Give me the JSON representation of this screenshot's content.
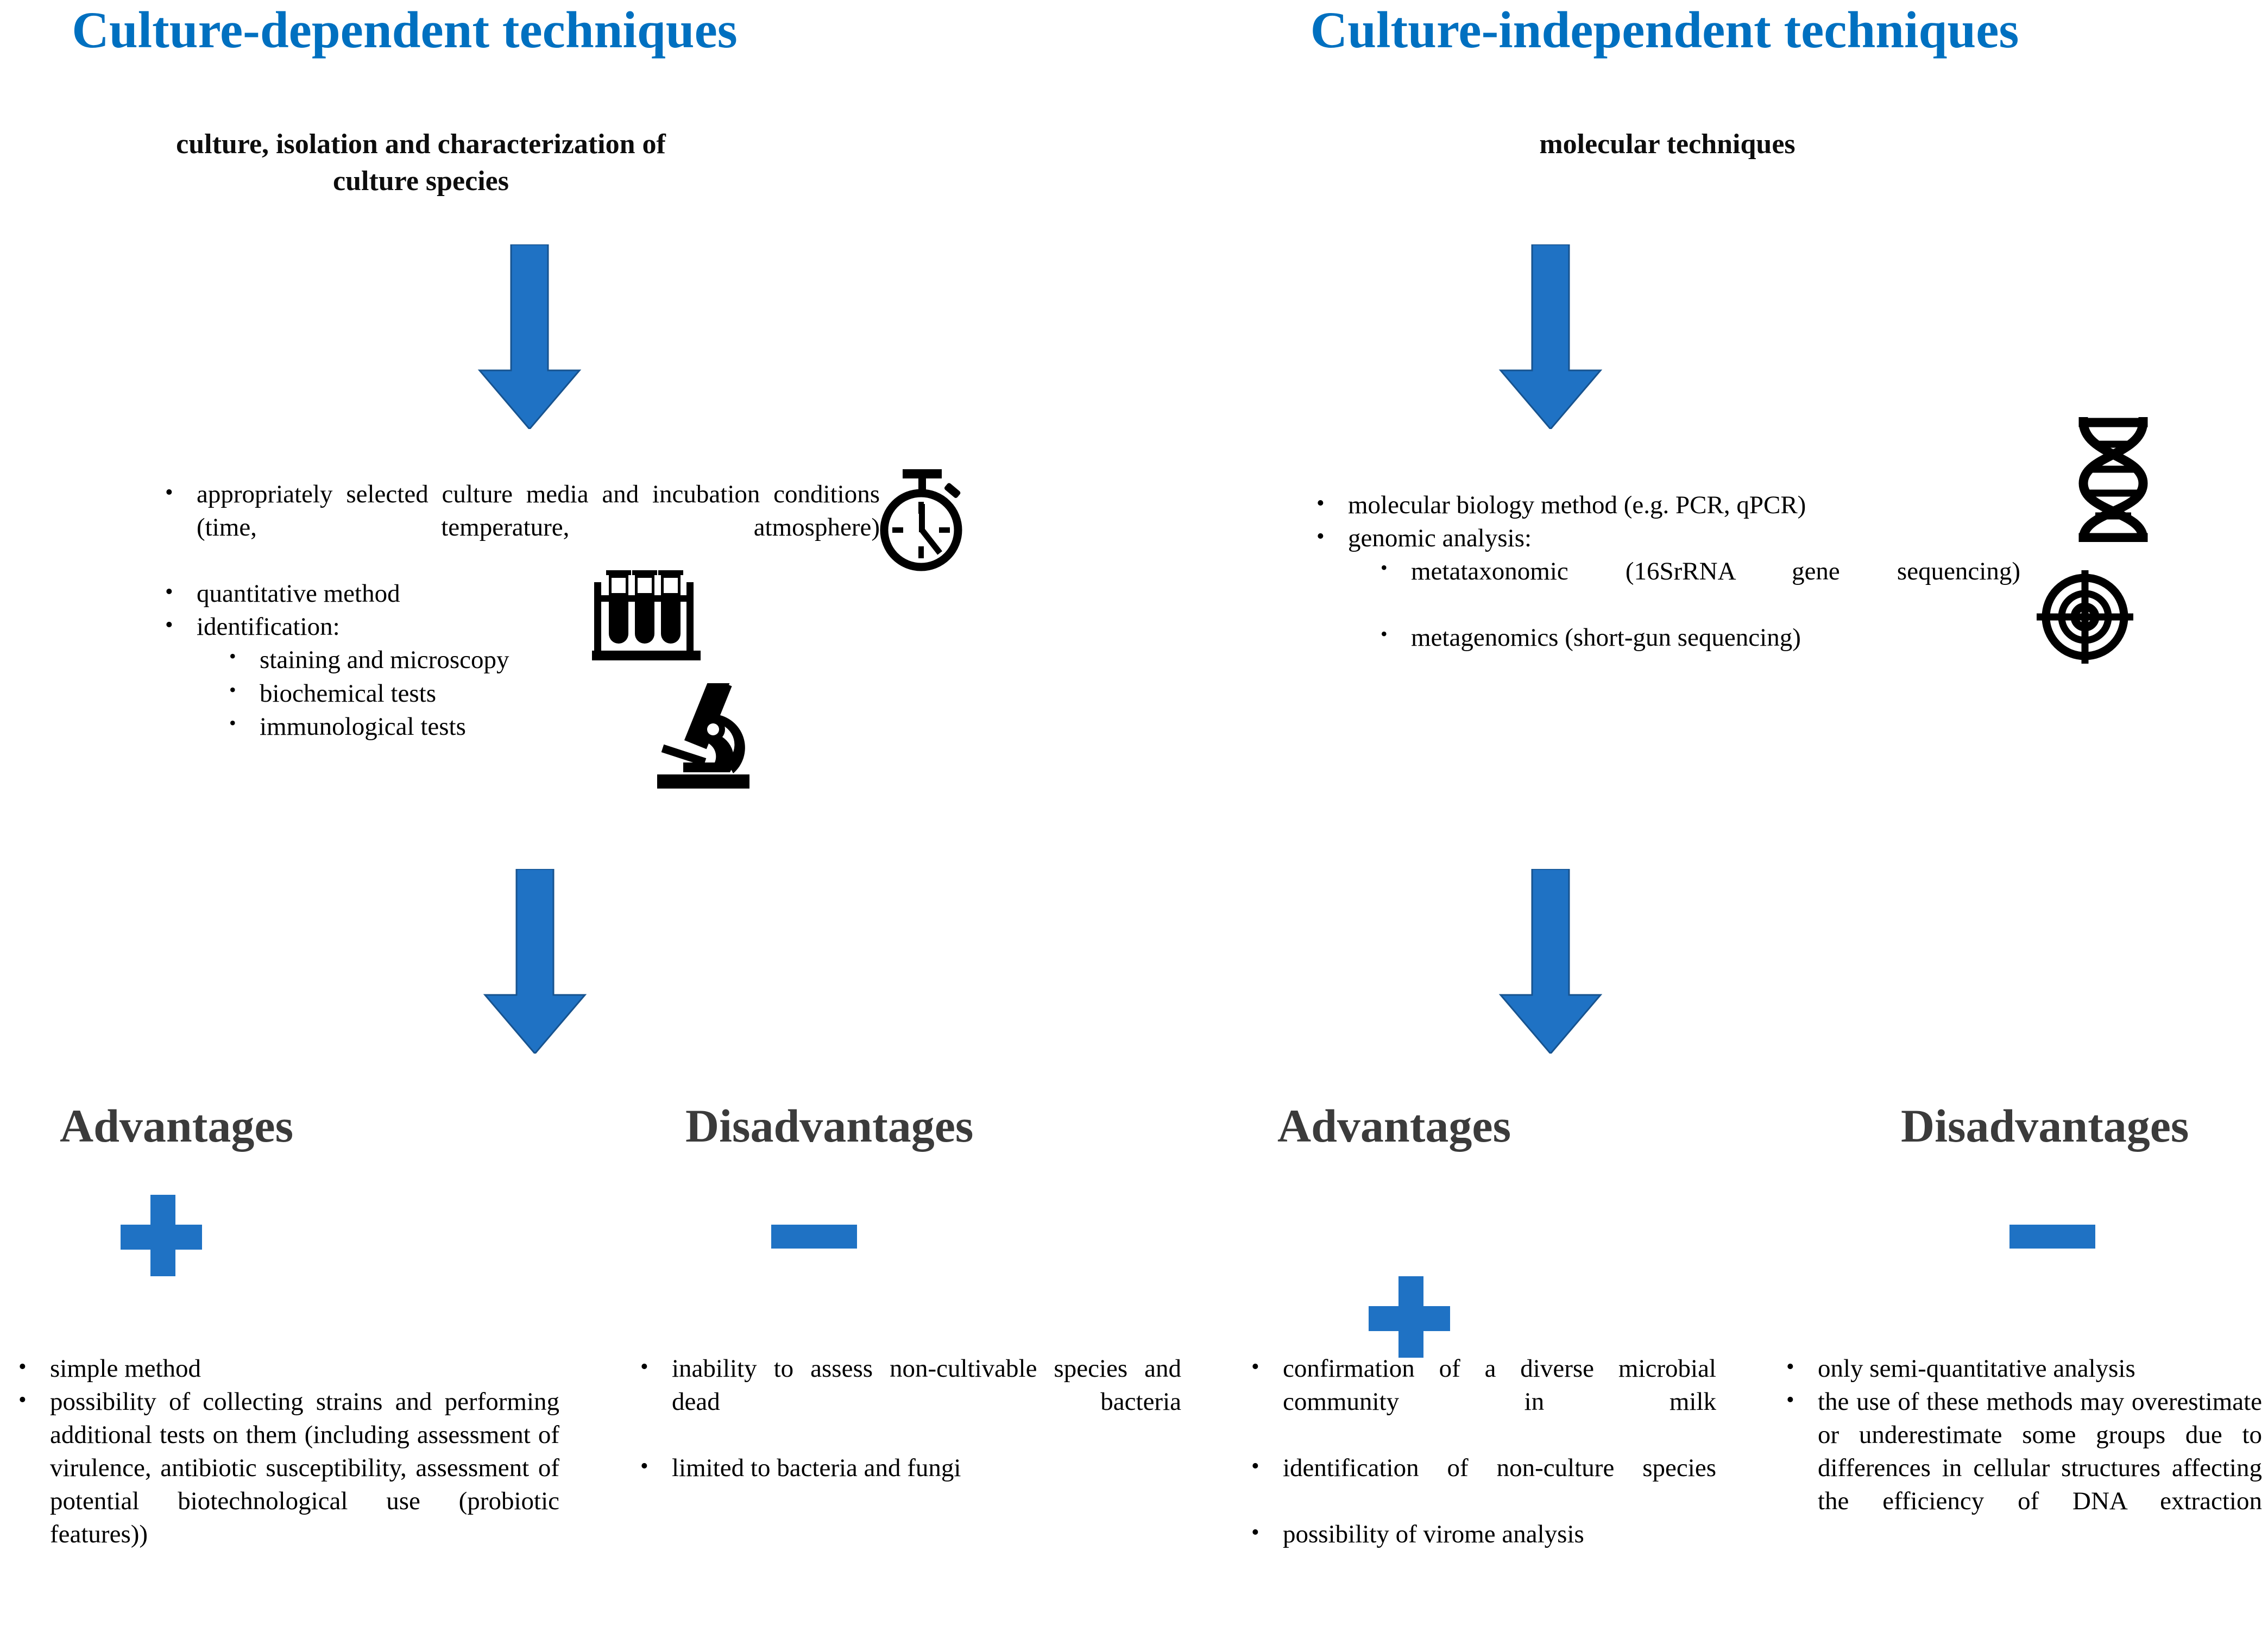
{
  "columns": {
    "left": {
      "title": "Culture-dependent techniques",
      "subtitle_line1": "culture, isolation and characterization of",
      "subtitle_line2": "culture species",
      "bullets": [
        {
          "level": 1,
          "text": "appropriately selected culture media and incubation conditions (time, temperature, atmosphere)",
          "justify": true
        },
        {
          "level": 1,
          "text": "quantitative method",
          "justify": false
        },
        {
          "level": 1,
          "text": "identification:",
          "justify": false
        },
        {
          "level": 2,
          "text": "staining and microscopy",
          "justify": false
        },
        {
          "level": 2,
          "text": "biochemical tests",
          "justify": false
        },
        {
          "level": 2,
          "text": "immunological tests",
          "justify": false
        }
      ],
      "icons": [
        "stopwatch-icon",
        "test-tubes-icon",
        "microscope-icon"
      ]
    },
    "right": {
      "title": "Culture-independent techniques",
      "subtitle_line1": "molecular techniques",
      "subtitle_line2": "",
      "bullets": [
        {
          "level": 1,
          "text": "molecular biology method (e.g. PCR, qPCR)",
          "justify": false
        },
        {
          "level": 1,
          "text": "genomic analysis:",
          "justify": false
        },
        {
          "level": 2,
          "text": "metataxonomic (16SrRNA gene sequencing)",
          "justify": true
        },
        {
          "level": 2,
          "text": "metagenomics (short-gun sequencing)",
          "justify": false
        }
      ],
      "icons": [
        "dna-helix-icon",
        "crosshair-target-icon"
      ]
    }
  },
  "outcomes": [
    {
      "heading": "Advantages",
      "mark": "plus",
      "bullets": [
        {
          "text": "simple method",
          "justify": false
        },
        {
          "text": "possibility of collecting strains and performing additional tests on them (including assessment of virulence, antibiotic susceptibility, assessment of potential biotechnological use (probiotic features))",
          "justify": true
        }
      ]
    },
    {
      "heading": "Disadvantages",
      "mark": "minus",
      "bullets": [
        {
          "text": "inability to assess non-cultivable species and dead bacteria",
          "justify": true
        },
        {
          "text": "limited to bacteria and fungi",
          "justify": false
        }
      ]
    },
    {
      "heading": "Advantages",
      "mark": "plus",
      "bullets": [
        {
          "text": "confirmation of a diverse microbial community in milk",
          "justify": true
        },
        {
          "text": "identification of non-culture species",
          "justify": true
        },
        {
          "text": "possibility of virome analysis",
          "justify": false
        }
      ]
    },
    {
      "heading": "Disadvantages",
      "mark": "minus",
      "bullets": [
        {
          "text": "only semi-quantitative analysis",
          "justify": false
        },
        {
          "text": "the use of these methods may overestimate or underestimate some groups due to differences in cellular structures affecting the efficiency of DNA extraction",
          "justify": true
        }
      ]
    }
  ],
  "symbols": {
    "bullet_glyph": "•"
  },
  "colors": {
    "title_blue": "#0070C0",
    "arrow_blue": "#1F72C4",
    "mark_blue": "#1F72C4",
    "heading_gray": "#3B3B3B",
    "body_black": "#000000",
    "background": "#FFFFFF"
  }
}
